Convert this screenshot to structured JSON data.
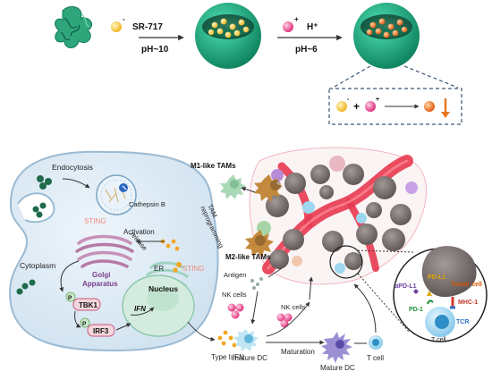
{
  "top": {
    "drug_label": "SR-717",
    "cond1": "pH~10",
    "proton_label": "H⁺",
    "cond2": "pH~6",
    "anion_charge": "-",
    "cation_charge": "+",
    "plus_sign": "+"
  },
  "cell": {
    "endocytosis": "Endocytosis",
    "cathepsin": "Cathepsin B",
    "release": "release",
    "cytoplasm": "Cytoplasm",
    "sting_top": "STING",
    "activation": "Activation",
    "sting_er": "STING",
    "er": "ER",
    "golgi": "Golgi\nApparatus",
    "golgi_1": "Golgi",
    "golgi_2": "Apparatus",
    "nucleus": "Nucleus",
    "ifn_gene": "IFN",
    "tbk1": "TBK1",
    "irf3": "IRF3",
    "p": "P"
  },
  "immune": {
    "m1": "M1-like TAMs",
    "tam_reprog_1": "TAM",
    "tam_reprog_2": "reprogramming",
    "m2": "M2-like TAMs",
    "antigen": "Antigen",
    "nk1": "NK cells",
    "nk2": "NK cells",
    "type1": "Type I IFN",
    "imature": "Imature DC",
    "maturation": "Maturation",
    "mature": "Mature DC",
    "tcell": "T cell"
  },
  "inset": {
    "pdl1": "PD-L1",
    "apdl1": "αPD-L1",
    "tumor": "Tumor cell",
    "mhc": "MHC-1",
    "pd1": "PD-1",
    "tcr": "TCR",
    "tcell": "T cell"
  },
  "colors": {
    "shell": "#1aa67d",
    "shell_dark": "#0e7a5a",
    "drug": "#f2c94c",
    "proton": "#e94b8e",
    "cell_fill": "#dbe9f4",
    "cell_stroke": "#8fb3cf",
    "vessel": "#e8384f",
    "tumor": "#7d7472",
    "red_text": "#c0392b",
    "sting": "#f08a7a"
  }
}
